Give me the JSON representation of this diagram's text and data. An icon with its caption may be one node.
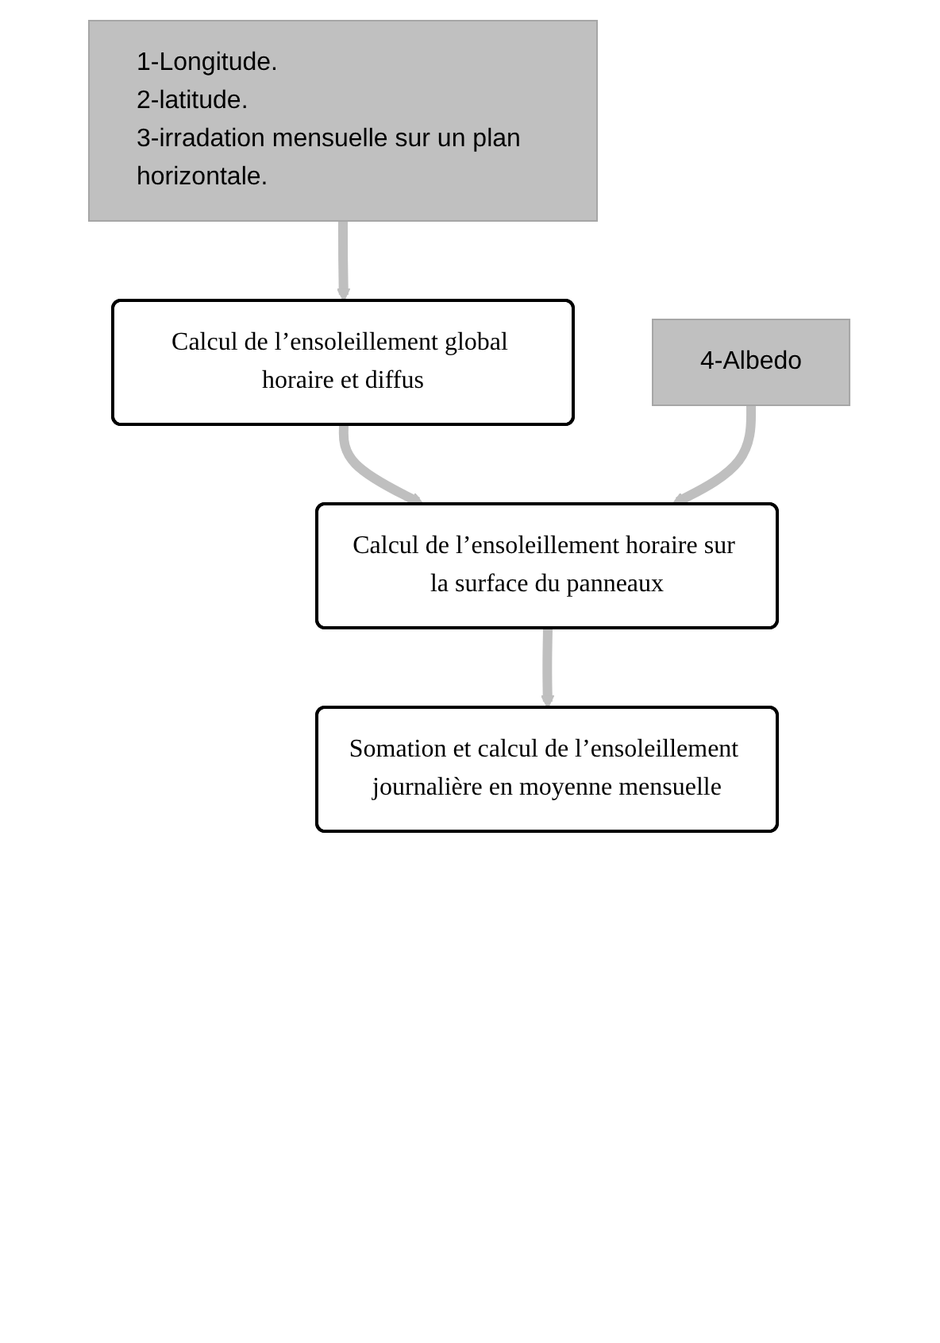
{
  "diagram": {
    "nodes": [
      {
        "text": [
          "1-Longitude.",
          "2-latitude.",
          "3-irradation mensuelle sur un plan horizontale."
        ]
      },
      {
        "text": [
          "Calcul de l’ensoleillement global horaire et diffus"
        ]
      },
      {
        "text": [
          "4-Albedo"
        ]
      },
      {
        "text": [
          "Calcul de l’ensoleillement horaire sur la surface du panneaux"
        ]
      },
      {
        "text": [
          "Somation et calcul de l’ensoleillement journalière en moyenne mensuelle"
        ]
      }
    ],
    "edges": [
      {
        "from": 0,
        "to": 1,
        "arrow": "to"
      },
      {
        "from": 1,
        "to": 3,
        "arrow": "to"
      },
      {
        "from": 2,
        "to": 3,
        "arrow": "to"
      },
      {
        "from": 3,
        "to": 4,
        "arrow": "to"
      }
    ]
  }
}
